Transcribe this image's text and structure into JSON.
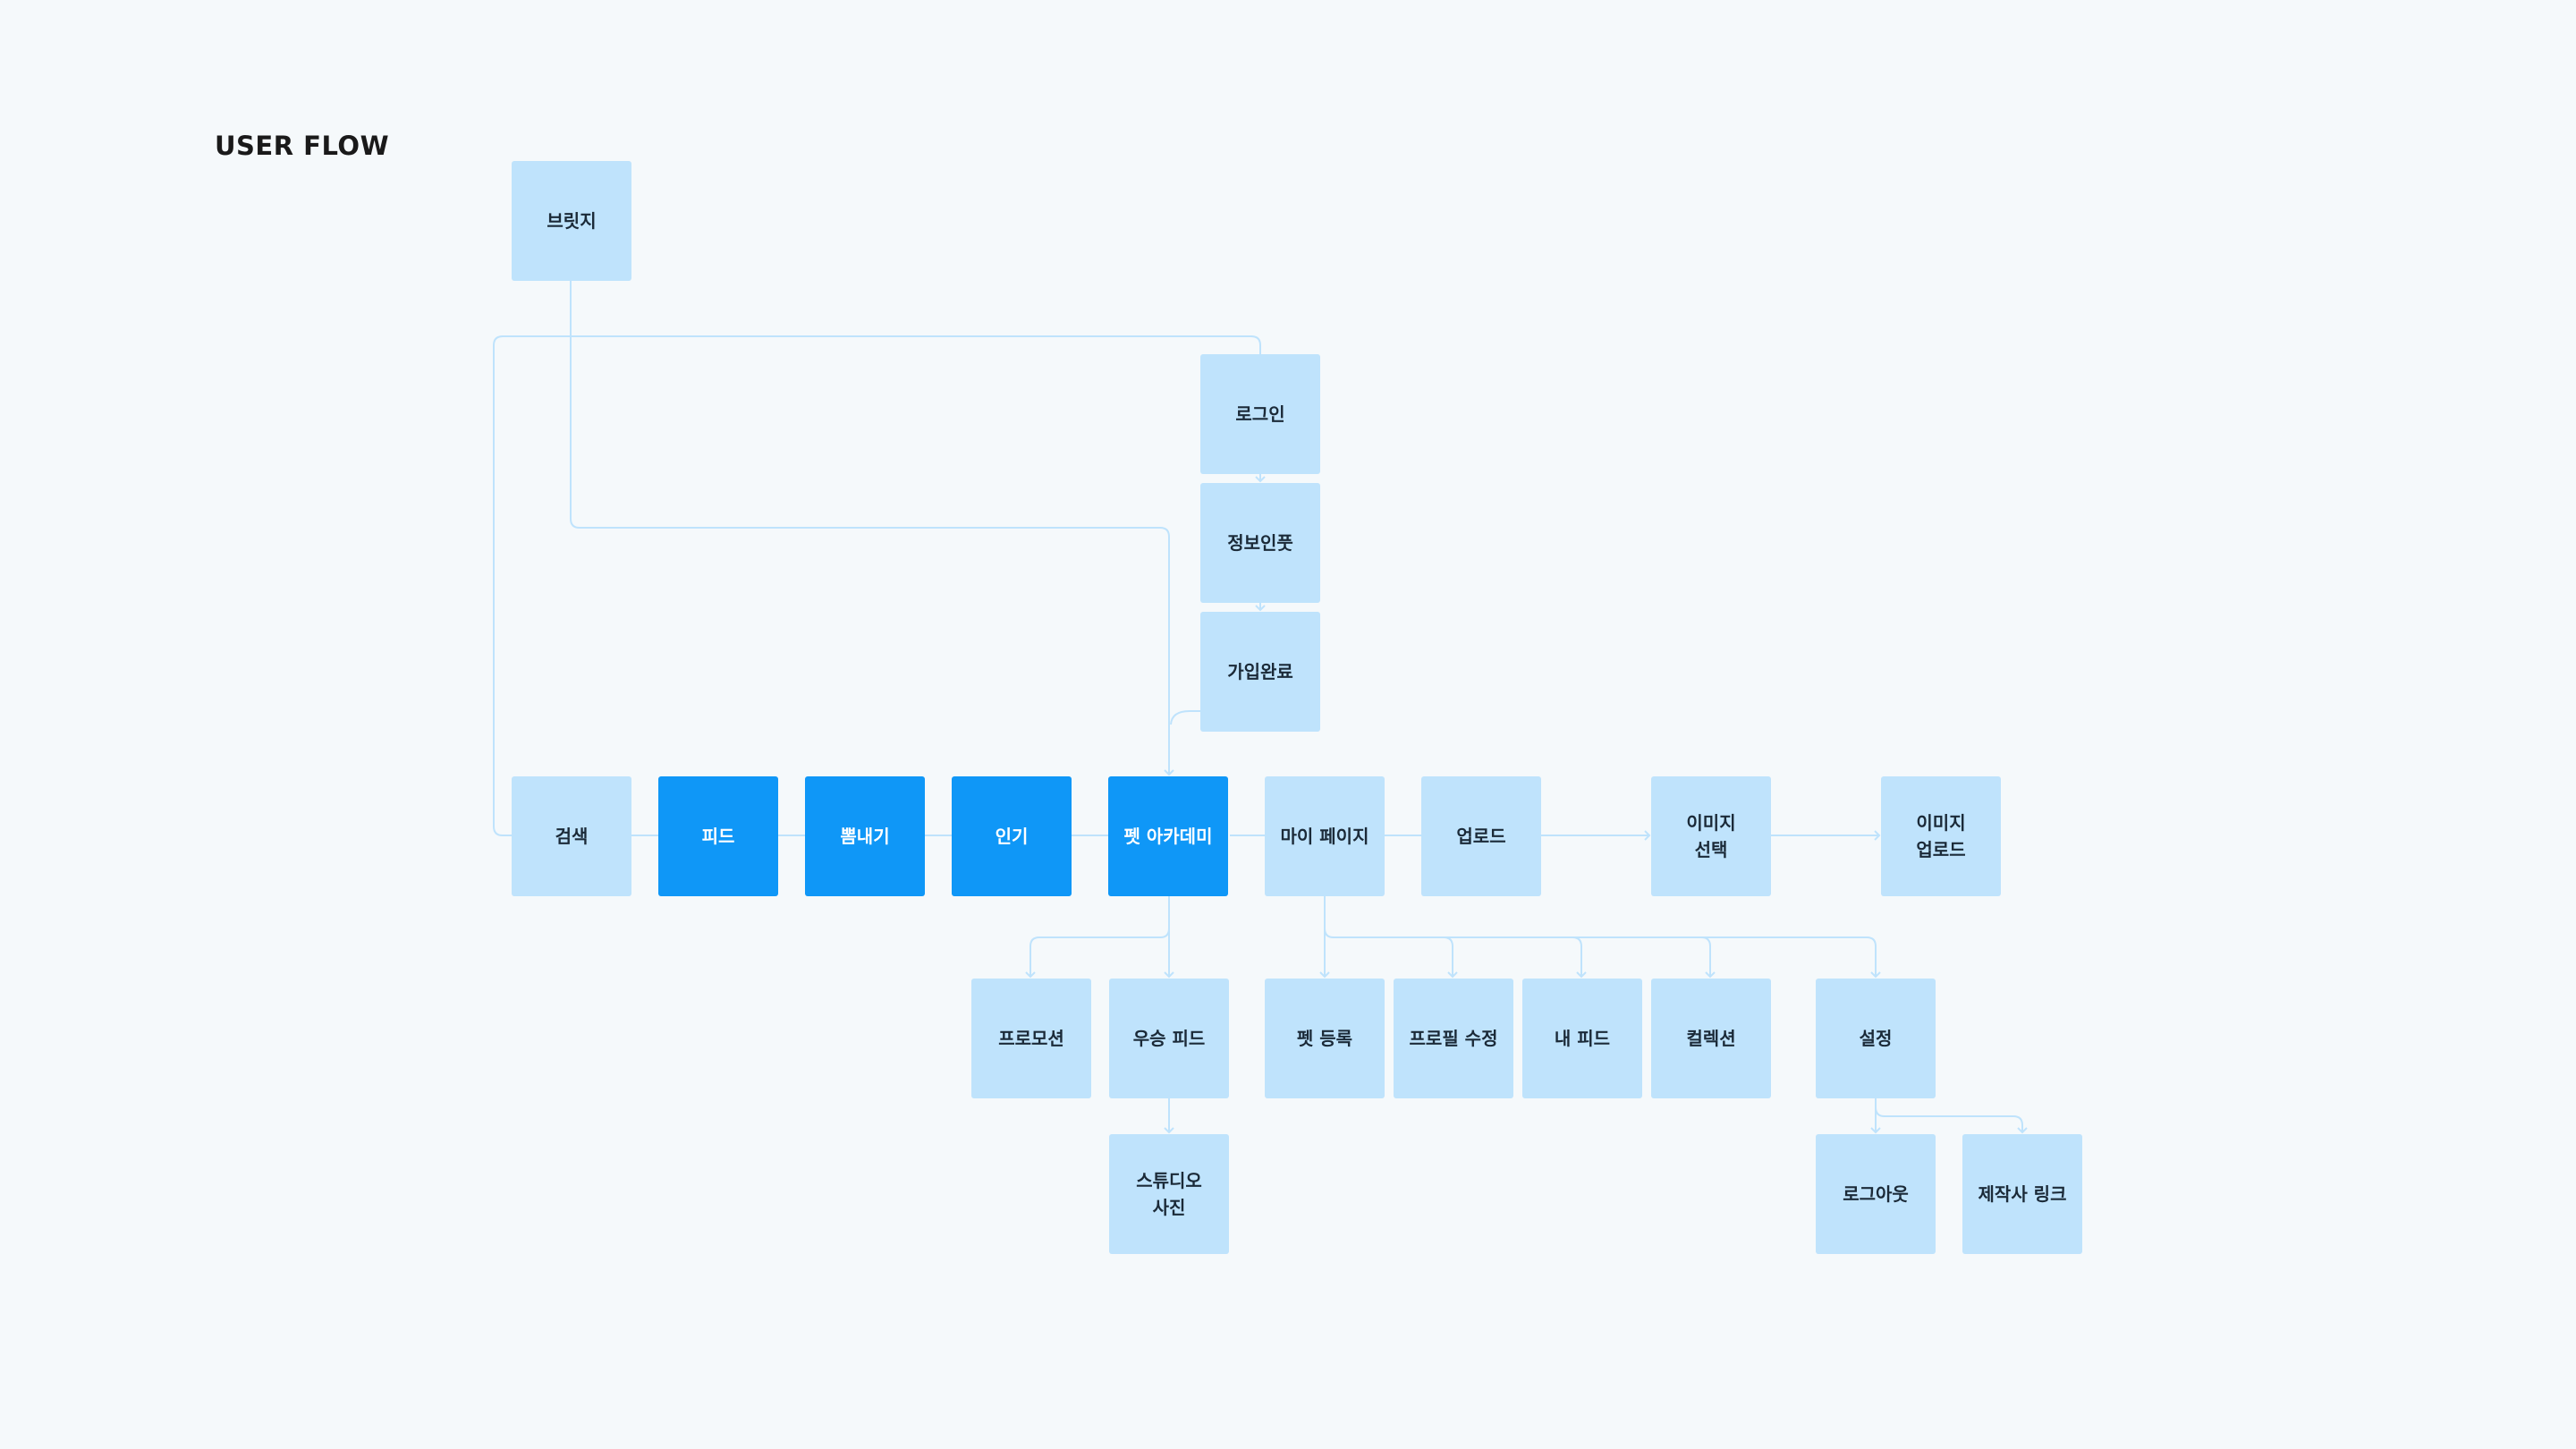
{
  "title": "USER FLOW",
  "colors": {
    "background": "#f5f9fb",
    "node_light": "#bfe3fc",
    "node_primary": "#0f97f7",
    "connector": "#bfe3fc"
  },
  "nodes": {
    "bridge": "브릿지",
    "login": "로그인",
    "info_input": "정보인풋",
    "signup_complete": "가입완료",
    "search": "검색",
    "feed": "피드",
    "show_off": "뽐내기",
    "popular": "인기",
    "pet_academy": "펫 아카데미",
    "my_page": "마이 페이지",
    "upload": "업로드",
    "image_select": "이미지\n선택",
    "image_upload": "이미지\n업로드",
    "promotion": "프로모션",
    "winning_feed": "우승 피드",
    "studio_photo": "스튜디오\n사진",
    "pet_register": "펫 등록",
    "profile_edit": "프로필 수정",
    "my_feed": "내 피드",
    "collection": "컬렉션",
    "settings": "설정",
    "logout": "로그아웃",
    "maker_link": "제작사 링크"
  }
}
